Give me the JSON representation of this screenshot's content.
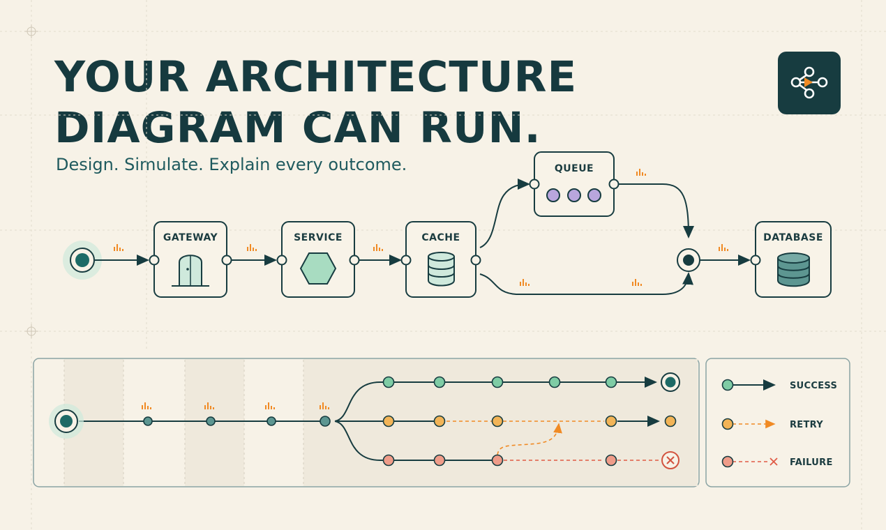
{
  "headline": {
    "line1": "YOUR ARCHITECTURE",
    "line2": "DIAGRAM CAN RUN."
  },
  "tagline": "Design. Simulate. Explain every outcome.",
  "logo": {
    "icon": "flow-graph-icon"
  },
  "nodes": {
    "gateway": "GATEWAY",
    "service": "SERVICE",
    "cache": "CACHE",
    "queue": "QUEUE",
    "database": "DATABASE"
  },
  "legend": {
    "success": "SUCCESS",
    "retry": "RETRY",
    "failure": "FAILURE"
  },
  "colors": {
    "background": "#f7f2e7",
    "ink": "#173c40",
    "success": "#7fcca5",
    "retry": "#f2b457",
    "failure": "#ef9c89",
    "queue_item": "#b9a6dd",
    "accent_signal": "#f08a24"
  }
}
